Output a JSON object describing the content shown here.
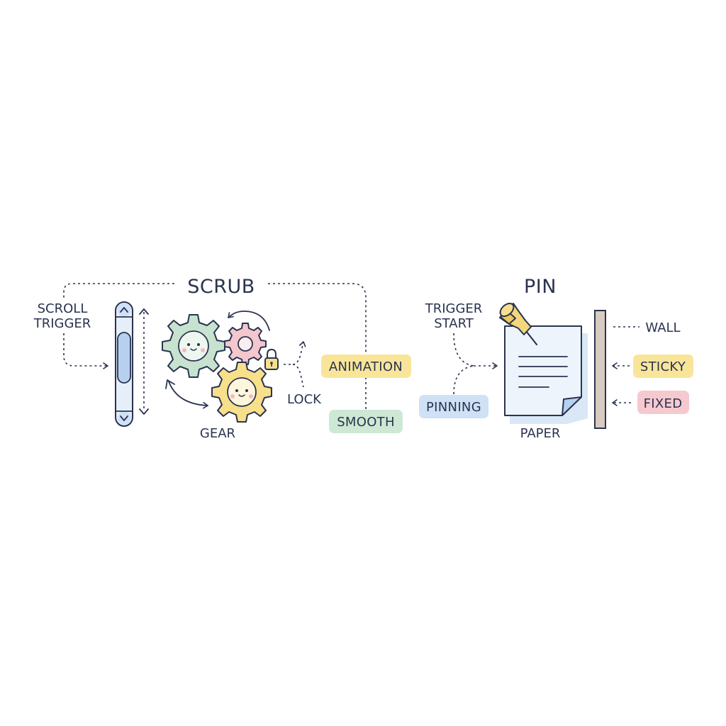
{
  "scrub": {
    "title": "SCRUB",
    "scroll_trigger_line1": "SCROLL",
    "scroll_trigger_line2": "TRIGGER",
    "gear_label": "GEAR",
    "lock_label": "LOCK",
    "animation_tag": "ANIMATION",
    "smooth_tag": "SMOOTH"
  },
  "pin": {
    "title": "PIN",
    "trigger_start_line1": "TRIGGER",
    "trigger_start_line2": "START",
    "pinning_tag": "PINNING",
    "paper_label": "PAPER",
    "wall_label": "WALL",
    "sticky_tag": "STICKY",
    "fixed_tag": "FIXED"
  },
  "colors": {
    "ink": "#2a3450",
    "blue_fill": "#cfe0f7",
    "blue_light": "#e6eef9",
    "green_fill": "#c7e3cf",
    "green_tag": "#cde8d3",
    "yellow_fill": "#f8e08a",
    "yellow_tag": "#f9e59a",
    "pink_fill": "#f4c6cd",
    "pink_tag": "#f6c9cf",
    "blue_tag": "#cfe1f5",
    "wall_fill": "#d8ccc0",
    "paper_fill": "#eef4fc"
  },
  "icons": [
    "scrollbar-icon",
    "gear-icon",
    "lock-icon",
    "pushpin-icon",
    "paper-icon",
    "wall-icon"
  ]
}
